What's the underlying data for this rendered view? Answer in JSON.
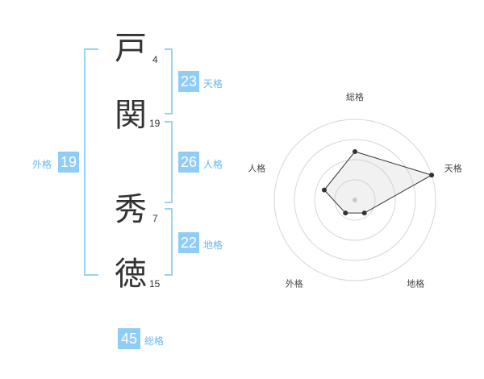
{
  "characters": [
    {
      "kanji": "戸",
      "strokes": "4"
    },
    {
      "kanji": "関",
      "strokes": "19"
    },
    {
      "kanji": "秀",
      "strokes": "7"
    },
    {
      "kanji": "徳",
      "strokes": "15"
    }
  ],
  "fortunes": {
    "tenkaku": {
      "label": "天格",
      "value": "23"
    },
    "jinkaku": {
      "label": "人格",
      "value": "26"
    },
    "chikaku": {
      "label": "地格",
      "value": "22"
    },
    "gaikaku": {
      "label": "外格",
      "value": "19"
    },
    "soukaku": {
      "label": "総格",
      "value": "45"
    }
  },
  "colors": {
    "accent": "#8fcdf7",
    "bracket": "#9ad3f6",
    "label": "#69b8ec"
  },
  "chart_data": {
    "type": "radar",
    "axes": [
      "総格",
      "天格",
      "地格",
      "外格",
      "人格"
    ],
    "values": [
      3,
      5,
      1,
      1,
      2
    ],
    "rmax": 5,
    "rings": 4,
    "grid": true
  }
}
